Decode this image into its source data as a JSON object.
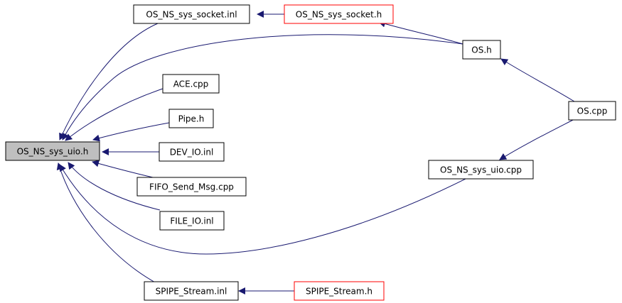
{
  "colors": {
    "edge": "#191970",
    "border_default": "#000000",
    "border_external": "#ff0000",
    "fill_default": "#ffffff",
    "fill_highlight": "#bfbfbf"
  },
  "nodes": {
    "uio_h": {
      "label": "OS_NS_sys_uio.h",
      "style": "highlight"
    },
    "socket_inl": {
      "label": "OS_NS_sys_socket.inl",
      "style": "default"
    },
    "socket_h": {
      "label": "OS_NS_sys_socket.h",
      "style": "external"
    },
    "os_h": {
      "label": "OS.h",
      "style": "default"
    },
    "ace_cpp": {
      "label": "ACE.cpp",
      "style": "default"
    },
    "pipe_h": {
      "label": "Pipe.h",
      "style": "default"
    },
    "dev_io_inl": {
      "label": "DEV_IO.inl",
      "style": "default"
    },
    "fifo_send_msg_cpp": {
      "label": "FIFO_Send_Msg.cpp",
      "style": "default"
    },
    "file_io_inl": {
      "label": "FILE_IO.inl",
      "style": "default"
    },
    "spipe_stream_inl": {
      "label": "SPIPE_Stream.inl",
      "style": "default"
    },
    "spipe_stream_h": {
      "label": "SPIPE_Stream.h",
      "style": "external"
    },
    "os_cpp": {
      "label": "OS.cpp",
      "style": "default"
    },
    "uio_cpp": {
      "label": "OS_NS_sys_uio.cpp",
      "style": "default"
    }
  }
}
